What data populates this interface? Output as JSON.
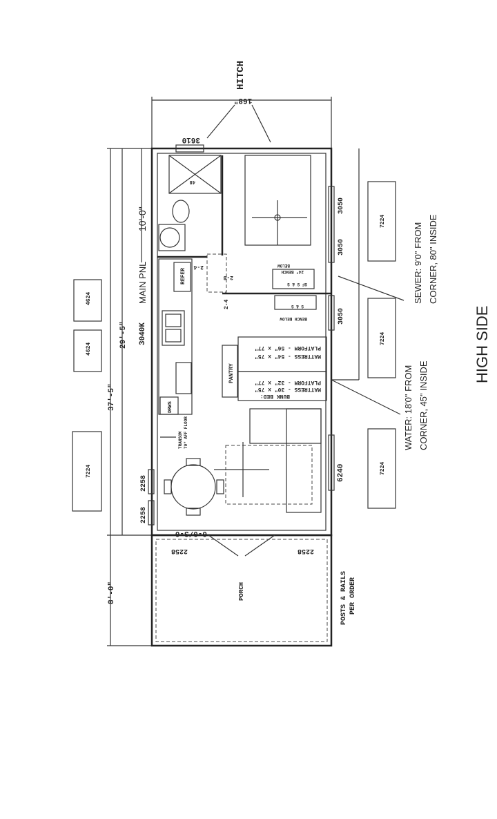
{
  "title": "HIGH SIDE",
  "hitch": {
    "label": "HITCH",
    "width": "168\""
  },
  "dimensions": {
    "overall": "37'-5\"",
    "main": "29'-5\"",
    "porch": "8'-0\"",
    "bedroom": "10'-0\""
  },
  "labels": {
    "main_panel": "MAIN PNL",
    "window_front": "3610",
    "kitchen_window": "3040K",
    "refer": "REFER",
    "range": "DRWS",
    "pantry": "PANTRY",
    "wall_2_4_a": "2-4",
    "wall_2_8": "2-8",
    "wall_2_4_b": "2-4",
    "bunk": [
      "BUNK BED:",
      "MATTRESS - 30\" x 75\"",
      "PLATFORM - 32\" x 77\""
    ],
    "bed": [
      "MATTRESS - 54\" x 75\"",
      "PLATFORM - 56\" x 77\""
    ],
    "bench_top": [
      "24\" BENCH",
      "BELOW",
      "SF S & S"
    ],
    "bench_bottom": [
      "S & S",
      "BENCH BELOW"
    ],
    "transom": [
      "TRANSOM",
      "70\" AFF FLOOR"
    ],
    "door_main": "6-0/3-0",
    "window_living": "6240",
    "porch": "PORCH",
    "posts": [
      "POSTS & RAILS",
      "PER ORDER"
    ],
    "windows_2258": [
      "2258",
      "2258",
      "2258",
      "2258"
    ],
    "windows_3050": [
      "3050",
      "3050",
      "3050"
    ],
    "shower": "48"
  },
  "piers_left": [
    "4624",
    "4624",
    "7224"
  ],
  "piers_right": [
    "7224",
    "7224",
    "7224"
  ],
  "notes": {
    "sewer": [
      "SEWER: 9'0\" FROM",
      "CORNER, 80\" INSIDE"
    ],
    "water": [
      "WATER: 18'0\" FROM",
      "CORNER, 45\" INSIDE"
    ]
  }
}
